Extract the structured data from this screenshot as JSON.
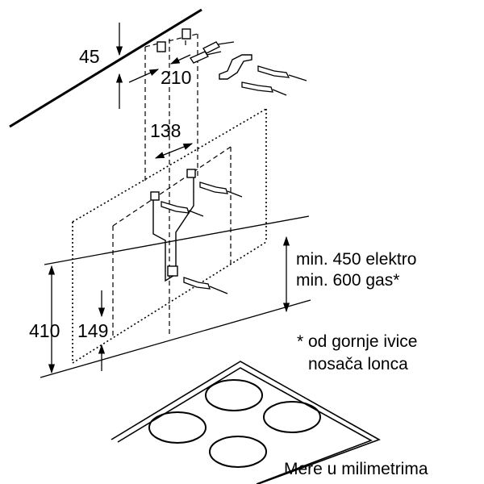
{
  "dimensions": {
    "d45": "45",
    "d210": "210",
    "d138": "138",
    "d410": "410",
    "d149": "149"
  },
  "notes": {
    "min_electric": "min. 450 elektro",
    "min_gas": "min. 600 gas*",
    "footnote_line1": "* od gornje ivice",
    "footnote_line2": "nosača lonca",
    "units": "Mere u milimetrima"
  }
}
